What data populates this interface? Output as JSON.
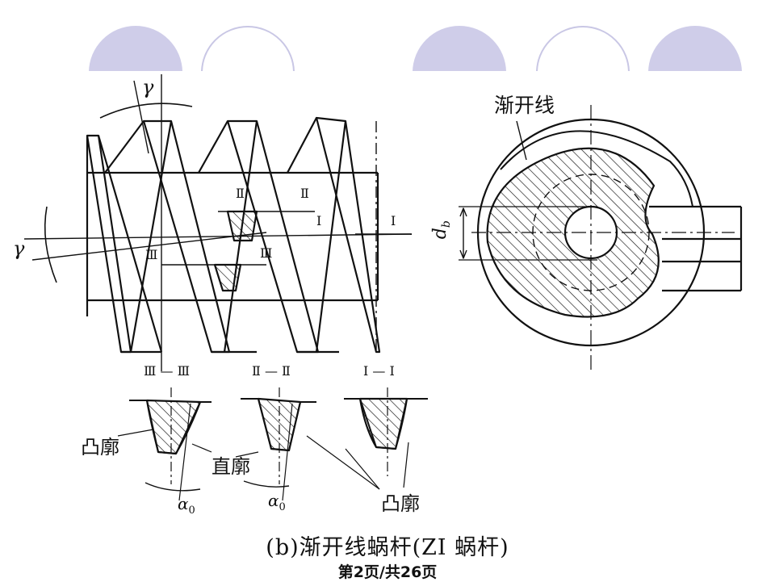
{
  "decor": {
    "circle_fill": "#cfcde9",
    "circle_stroke": "#c9c7e5"
  },
  "left_view": {
    "gamma_top": "γ",
    "gamma_left": "γ"
  },
  "section_marks": {
    "II_a": "Ⅱ",
    "II_b": "Ⅱ",
    "I_a": "I",
    "I_b": "I",
    "III_a": "Ⅲ",
    "III_b": "Ⅲ"
  },
  "right_view": {
    "involute_label": "渐开线",
    "db_label": "d",
    "db_sub": "b"
  },
  "profiles": [
    {
      "title": "Ⅲ — Ⅲ",
      "left_label": "凸廓",
      "alpha": "α",
      "alpha_sub": "0"
    },
    {
      "title": "Ⅱ — Ⅱ",
      "mid_label": "直廓",
      "alpha": "α",
      "alpha_sub": "0"
    },
    {
      "title": "I — I",
      "bottom_label": "凸廓"
    }
  ],
  "caption": "(b)渐开线蜗杆(ZI 蜗杆)",
  "footer": "第2页/共26页"
}
